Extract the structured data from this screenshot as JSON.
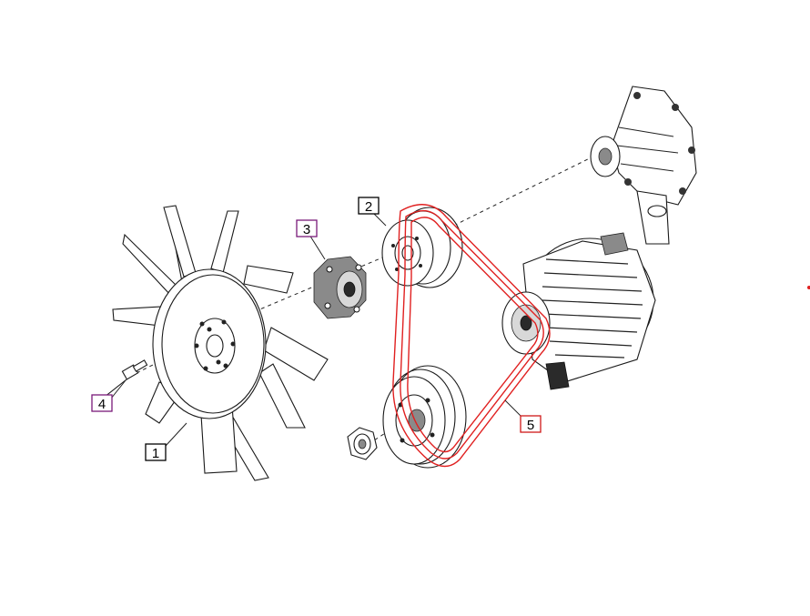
{
  "callouts": [
    {
      "id": "1",
      "label": "1",
      "part": "fan",
      "box_color": "#000000"
    },
    {
      "id": "2",
      "label": "2",
      "part": "idler-pulley",
      "box_color": "#000000"
    },
    {
      "id": "3",
      "label": "3",
      "part": "fan-spacer",
      "box_color": "#7a1a7a"
    },
    {
      "id": "4",
      "label": "4",
      "part": "bolt",
      "box_color": "#7a1a7a"
    },
    {
      "id": "5",
      "label": "5",
      "part": "belt",
      "box_color": "#d01818"
    }
  ],
  "colors": {
    "belt": "#e02020",
    "line": "#1a1a1a",
    "highlight_box": "#7a1a7a"
  },
  "icons": [
    "fan-icon",
    "pulley-icon",
    "spacer-icon",
    "bolt-icon",
    "belt-icon",
    "alternator-icon",
    "water-pump-icon",
    "nut-icon"
  ]
}
